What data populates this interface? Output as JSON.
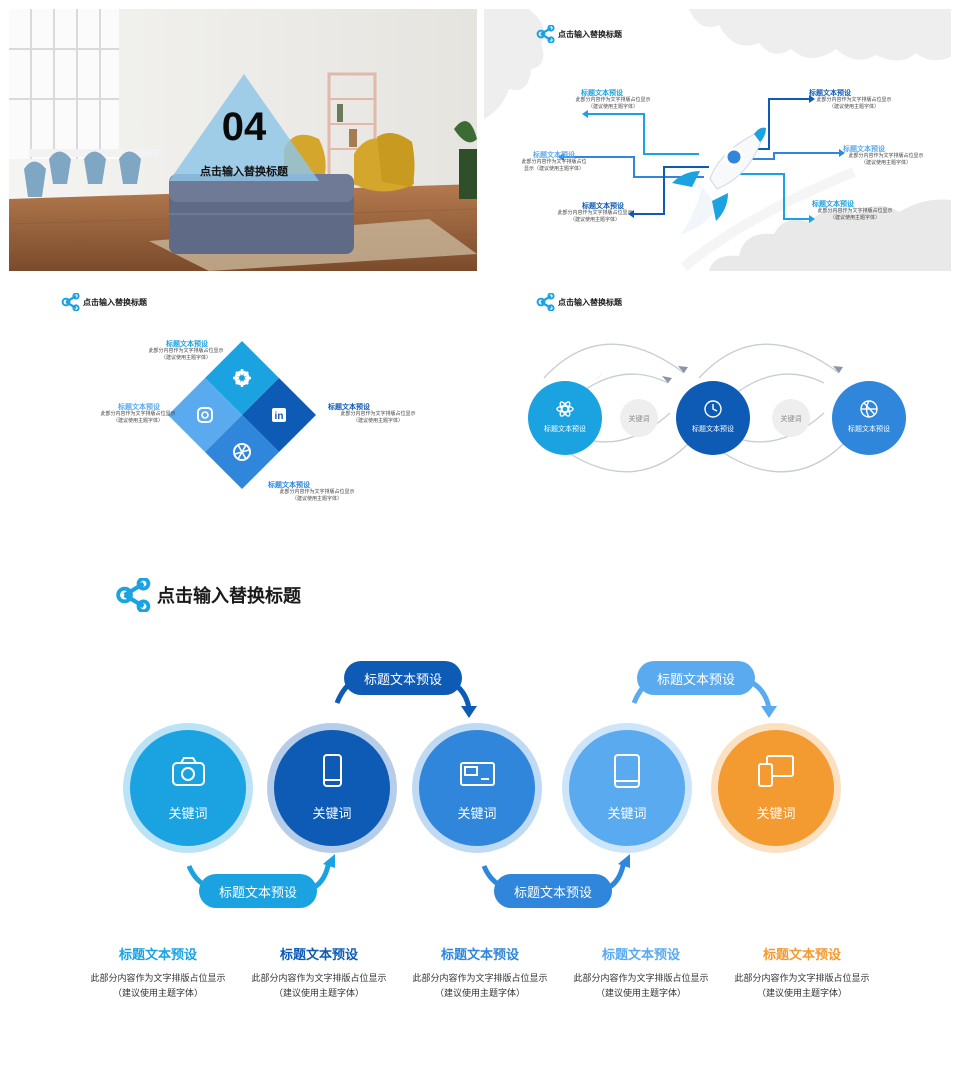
{
  "title": "点击输入替换标题",
  "colors": {
    "sky": "#1aa3e0",
    "navy": "#0e5bb5",
    "mid": "#2f86da",
    "light": "#5aaaf0",
    "orange": "#f39a31"
  },
  "slide1": {
    "number": "04",
    "title": "点击输入替换标题"
  },
  "slide2": {
    "items": [
      {
        "heading": "标题文本预设",
        "body1": "此部分内容作为文字排版占位显示",
        "body2": "（建议使用主题字体）"
      },
      {
        "heading": "标题文本预设",
        "body1": "此部分内容作为文字排版占位",
        "body2": "显示（建议使用主题字体）"
      },
      {
        "heading": "标题文本预设",
        "body1": "此部分内容作为文字排版占位显示",
        "body2": "（建议使用主题字体）"
      },
      {
        "heading": "标题文本预设",
        "body1": "此部分内容作为文字排版占位显示",
        "body2": "（建议使用主题字体）"
      },
      {
        "heading": "标题文本预设",
        "body1": "此部分内容作为文字排版占位显示",
        "body2": "（建议使用主题字体）"
      },
      {
        "heading": "标题文本预设",
        "body1": "此部分内容作为文字排版占位显示",
        "body2": "（建议使用主题字体）"
      }
    ]
  },
  "slide3": {
    "items": [
      {
        "heading": "标题文本预设",
        "body1": "此部分内容作为文字排版占位显示",
        "body2": "（建议使用主题字体）",
        "icon": "gear-icon"
      },
      {
        "heading": "标题文本预设",
        "body1": "此部分内容作为文字排版占位显示",
        "body2": "（建议使用主题字体）",
        "icon": "instagram-icon"
      },
      {
        "heading": "标题文本预设",
        "body1": "此部分内容作为文字排版占位显示",
        "body2": "（建议使用主题字体）",
        "icon": "linkedin-icon"
      },
      {
        "heading": "标题文本预设",
        "body1": "此部分内容作为文字排版占位显示",
        "body2": "（建议使用主题字体）",
        "icon": "aperture-icon"
      }
    ]
  },
  "slide4": {
    "circles": [
      {
        "label": "标题文本预设",
        "icon": "atom-icon"
      },
      {
        "label": "标题文本预设",
        "icon": "clock-icon"
      },
      {
        "label": "标题文本预设",
        "icon": "basketball-icon"
      }
    ],
    "keywords": [
      "关键词",
      "关键词"
    ]
  },
  "slide5": {
    "circles": [
      {
        "label": "关键词",
        "icon": "camera-icon"
      },
      {
        "label": "关键词",
        "icon": "smartphone-icon"
      },
      {
        "label": "关键词",
        "icon": "ad-screen-icon"
      },
      {
        "label": "关键词",
        "icon": "tablet-icon"
      },
      {
        "label": "关键词",
        "icon": "devices-icon"
      }
    ],
    "pills": [
      "标题文本预设",
      "标题文本预设",
      "标题文本预设",
      "标题文本预设"
    ],
    "columns": [
      {
        "heading": "标题文本预设",
        "body1": "此部分内容作为文字排版占位显示",
        "body2": "（建议使用主题字体）"
      },
      {
        "heading": "标题文本预设",
        "body1": "此部分内容作为文字排版占位显示",
        "body2": "（建议使用主题字体）"
      },
      {
        "heading": "标题文本预设",
        "body1": "此部分内容作为文字排版占位显示",
        "body2": "（建议使用主题字体）"
      },
      {
        "heading": "标题文本预设",
        "body1": "此部分内容作为文字排版占位显示",
        "body2": "（建议使用主题字体）"
      },
      {
        "heading": "标题文本预设",
        "body1": "此部分内容作为文字排版占位显示",
        "body2": "（建议使用主题字体）"
      }
    ]
  }
}
